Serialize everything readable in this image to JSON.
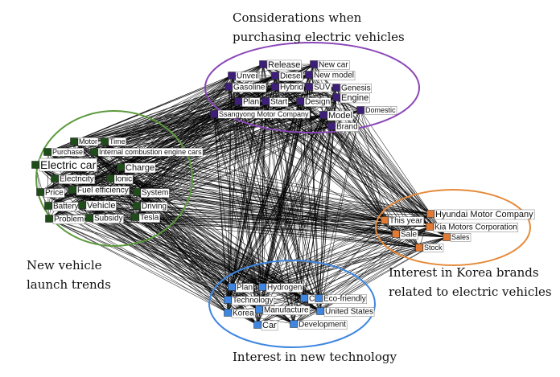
{
  "captions": {
    "considerations": [
      "Considerations when",
      "purchasing electric vehicles"
    ],
    "launch": [
      "New vehicle",
      "launch trends"
    ],
    "brands": [
      "Interest in Korea brands",
      "related to electric vehicles"
    ],
    "technology": [
      "Interest in new technology"
    ]
  },
  "colors": {
    "purple": "#3d1f7a",
    "green": "#1f4d1a",
    "orange": "#e07a34",
    "blue": "#3f86e0",
    "ellipse_purple": "#8a46b8",
    "ellipse_green": "#5c9a3c",
    "ellipse_orange": "#e58a3a",
    "ellipse_blue": "#3f86e0",
    "edge": "#000000"
  },
  "groups": {
    "considerations": {
      "color": "#3d1f7a",
      "nodes": [
        "Release",
        "New car",
        "Unveil",
        "Diesel",
        "New model",
        "Gasoline",
        "Hybrid",
        "SUV",
        "Genesis",
        "Plan",
        "Start",
        "Design",
        "Engine",
        "Ssangyong Motor Company",
        "Model",
        "Domestic",
        "Brand"
      ]
    },
    "launch": {
      "color": "#1f4d1a",
      "nodes": [
        "Motor",
        "Time",
        "Purchase",
        "Internal combustion engine cars",
        "Electric car",
        "Charge",
        "Electricity",
        "Ionic",
        "Fuel efficiency",
        "Price",
        "System",
        "Battery",
        "Vehicle",
        "Driving",
        "Problem",
        "Subsidy",
        "Tesla"
      ]
    },
    "brands": {
      "color": "#e07a34",
      "nodes": [
        "This year",
        "Hyundai Motor Company",
        "Kia Motors Corporation",
        "Sale",
        "Sales",
        "Stock"
      ]
    },
    "technology": {
      "color": "#3f86e0",
      "nodes": [
        "Plan",
        "Hydrogen",
        "Technology",
        "China",
        "Eco-friendly",
        "Korea",
        "Manufacture",
        "United States",
        "Car",
        "Development"
      ]
    }
  }
}
